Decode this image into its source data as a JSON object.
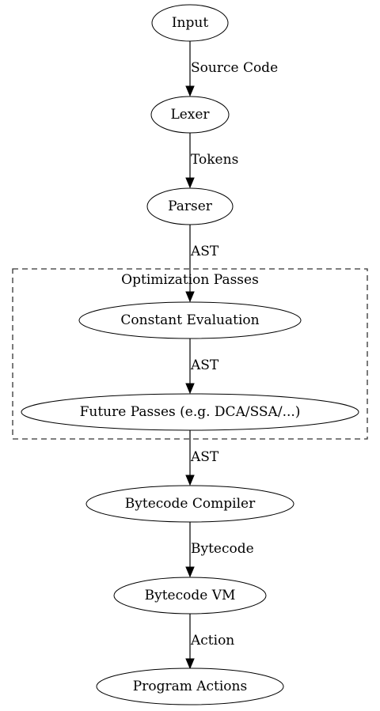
{
  "diagram": {
    "cluster": {
      "label": "Optimization Passes"
    },
    "nodes": [
      {
        "id": "input",
        "label": "Input"
      },
      {
        "id": "lexer",
        "label": "Lexer"
      },
      {
        "id": "parser",
        "label": "Parser"
      },
      {
        "id": "const_eval",
        "label": "Constant Evaluation"
      },
      {
        "id": "future",
        "label": "Future Passes (e.g. DCA/SSA/...)"
      },
      {
        "id": "compiler",
        "label": "Bytecode Compiler"
      },
      {
        "id": "vm",
        "label": "Bytecode VM"
      },
      {
        "id": "actions",
        "label": "Program Actions"
      }
    ],
    "edges": [
      {
        "from": "input",
        "to": "lexer",
        "label": "Source Code"
      },
      {
        "from": "lexer",
        "to": "parser",
        "label": "Tokens"
      },
      {
        "from": "parser",
        "to": "const_eval",
        "label": "AST"
      },
      {
        "from": "const_eval",
        "to": "future",
        "label": "AST"
      },
      {
        "from": "future",
        "to": "compiler",
        "label": "AST"
      },
      {
        "from": "compiler",
        "to": "vm",
        "label": "Bytecode"
      },
      {
        "from": "vm",
        "to": "actions",
        "label": "Action"
      }
    ]
  }
}
